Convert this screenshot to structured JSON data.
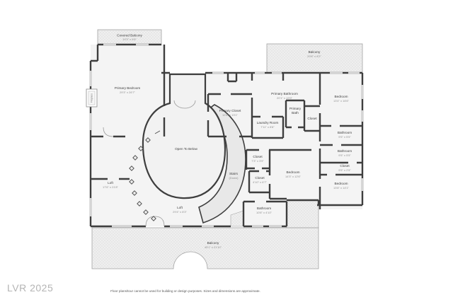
{
  "plan": {
    "rooms": {
      "covered_balcony": {
        "name": "Covered Balcony",
        "dims": "19'3\" x 6'6\""
      },
      "primary_bedroom": {
        "name": "Primary Bedroom",
        "dims": "29'3\" x 26'7\""
      },
      "fireplace": {
        "name": "Fireplace"
      },
      "balcony_top": {
        "name": "Balcony",
        "dims": "29'8\" x 8'2\""
      },
      "primary_bathroom": {
        "name": "Primary Bathroom",
        "dims": "20'1\" x 19'9\""
      },
      "primary_closet": {
        "name": "Primary Closet",
        "dims": "12'8\" x 13'1\""
      },
      "laundry": {
        "name": "Laundry Room",
        "dims": "7'11\" x 8'8\""
      },
      "primary_bath_small": {
        "line1": "Primary",
        "line2": "Bath"
      },
      "closet_primary": {
        "name": "Closet"
      },
      "bedroom_ne": {
        "name": "Bedroom",
        "dims": "13'4\" x 16'6\""
      },
      "bathroom_e1": {
        "name": "Bathroom",
        "dims": "9'5\" x 5'5\""
      },
      "bathroom_e2": {
        "name": "Bathroom",
        "dims": "9'5\" x 5'5\""
      },
      "closet_e": {
        "name": "Closet",
        "dims": "9'5\" x 2'5\""
      },
      "bedroom_se": {
        "name": "Bedroom",
        "dims": "13'8\" x 14'1\""
      },
      "open_to_below": {
        "name": "Open To Below"
      },
      "stairs": {
        "name": "Stairs",
        "sub": "(Down)"
      },
      "closet_c1": {
        "name": "Closet",
        "dims": "7'3\" x 3'9\""
      },
      "closet_c2": {
        "name": "Closet",
        "dims": "4'10\" x 6'7\""
      },
      "bedroom_c": {
        "name": "Bedroom",
        "dims": "14'3\" x 12'6\""
      },
      "bathroom_c": {
        "name": "Bathroom",
        "dims": "10'8\" x 4'10\""
      },
      "loft_left": {
        "name": "Loft",
        "dims": "17'6\" x 21'8\""
      },
      "loft_bottom": {
        "name": "Loft",
        "dims": "29'4\" x 8'3\""
      },
      "balcony_bottom": {
        "name": "Balcony",
        "dims": "49'1\" x 21'10\""
      }
    },
    "colors": {
      "wall": "#3e3e3e",
      "floor": "#f4f4f4",
      "window": "#d5d5d5",
      "stairs_fill": "#e8e8e8"
    }
  },
  "footer": {
    "watermark": "LVR 2025",
    "disclaimer": "Floor plans/tour cannot be used for building or design purposes. Sizes and dimensions are approximate."
  }
}
